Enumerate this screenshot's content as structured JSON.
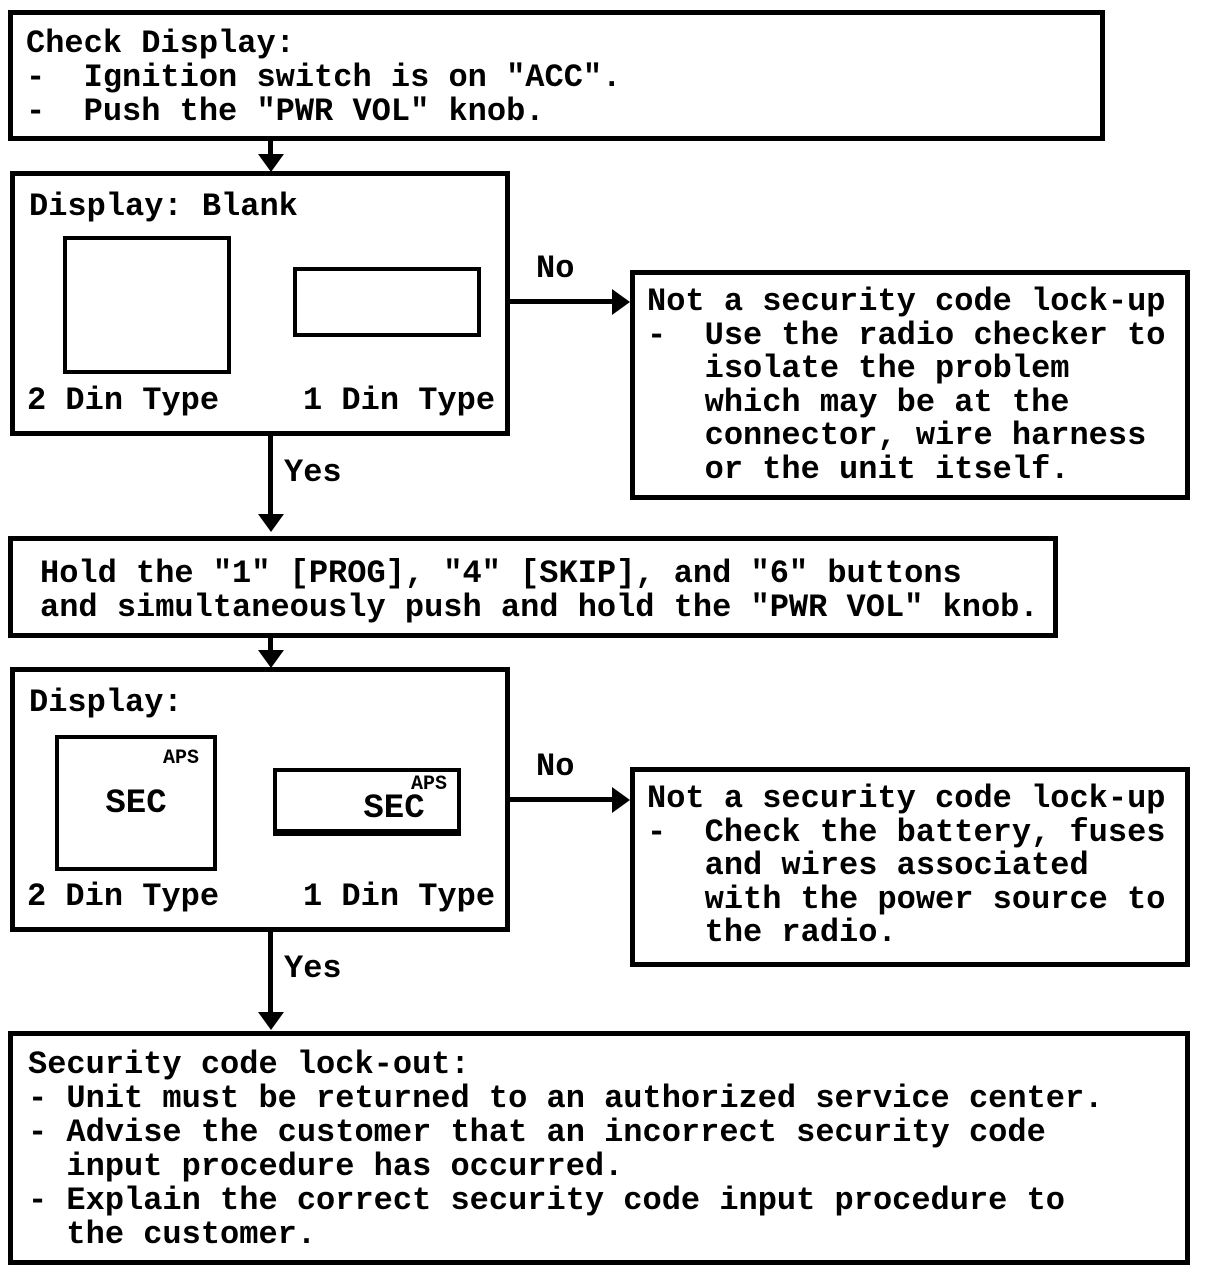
{
  "colors": {
    "ink": "#000000",
    "paper": "#ffffff"
  },
  "edge_labels": {
    "yes": "Yes",
    "no": "No"
  },
  "nodes": {
    "check_display": {
      "lines": [
        "Check Display:",
        "-  Ignition switch is on \"ACC\".",
        "-  Push the \"PWR VOL\" knob."
      ]
    },
    "display_blank": {
      "title": "Display: Blank",
      "screen_2din_caption": "2 Din Type",
      "screen_1din_caption": "1 Din Type"
    },
    "not_lockup_checker": {
      "lines": [
        "Not a security code lock-up",
        "-  Use the radio checker to",
        "   isolate the problem",
        "   which may be at the",
        "   connector, wire harness",
        "   or the unit itself."
      ]
    },
    "hold_buttons": {
      "lines": [
        "Hold the \"1\" [PROG], \"4\" [SKIP], and \"6\" buttons",
        "and simultaneously push and hold the \"PWR VOL\" knob."
      ]
    },
    "display_sec": {
      "title": "Display:",
      "segment_text": "SEC",
      "indicator_text": "APS",
      "screen_2din_caption": "2 Din Type",
      "screen_1din_caption": "1 Din Type"
    },
    "not_lockup_power": {
      "lines": [
        "Not a security code lock-up",
        "-  Check the battery, fuses",
        "   and wires associated",
        "   with the power source to",
        "   the radio."
      ]
    },
    "security_lockout": {
      "lines": [
        "Security code lock-out:",
        "- Unit must be returned to an authorized service center.",
        "- Advise the customer that an incorrect security code",
        "  input procedure has occurred.",
        "- Explain the correct security code input procedure to",
        "  the customer."
      ]
    }
  }
}
